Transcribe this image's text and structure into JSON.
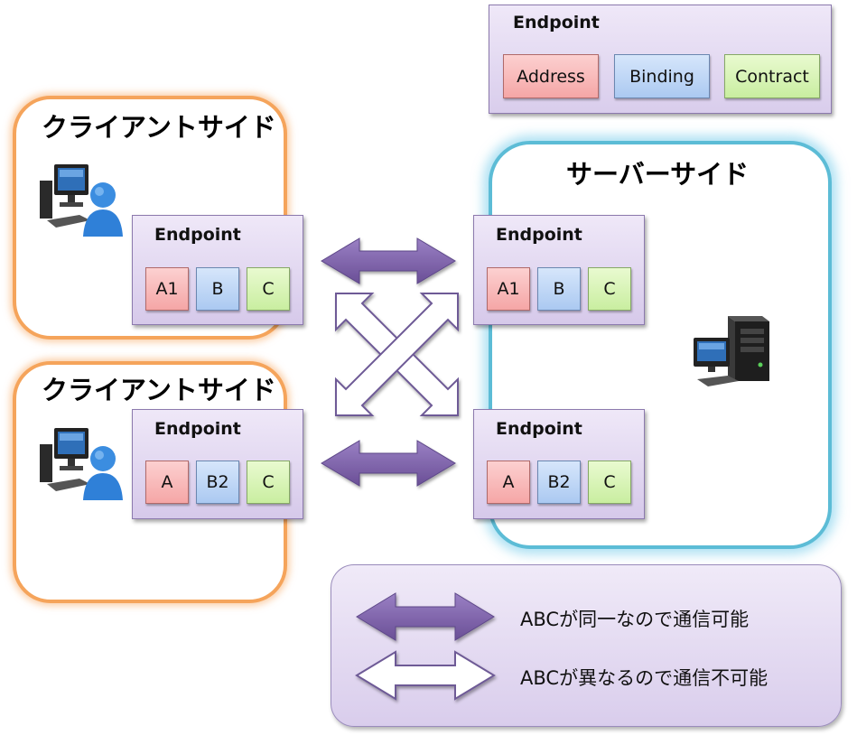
{
  "legend": {
    "title": "Endpoint",
    "items": [
      "Address",
      "Binding",
      "Contract"
    ]
  },
  "zones": {
    "client_label": "クライアントサイド",
    "server_label": "サーバーサイド"
  },
  "endpoints": [
    {
      "title": "Endpoint",
      "chips": [
        "A1",
        "B",
        "C"
      ]
    },
    {
      "title": "Endpoint",
      "chips": [
        "A",
        "B2",
        "C"
      ]
    },
    {
      "title": "Endpoint",
      "chips": [
        "A1",
        "B",
        "C"
      ]
    },
    {
      "title": "Endpoint",
      "chips": [
        "A",
        "B2",
        "C"
      ]
    }
  ],
  "key": {
    "can_communicate": "ABCが同一なので通信可能",
    "cannot_communicate": "ABCが異なるので通信不可能"
  },
  "colors": {
    "arrow_filled": "#7a5ea6",
    "arrow_outline": "#6e5a96",
    "client_border": "#f5a45b",
    "server_border": "#5cbcd6",
    "address": "#f5a6a6",
    "binding": "#abc9f1",
    "contract": "#c9eea0"
  },
  "icons": [
    "user-computer-icon",
    "server-icon"
  ]
}
